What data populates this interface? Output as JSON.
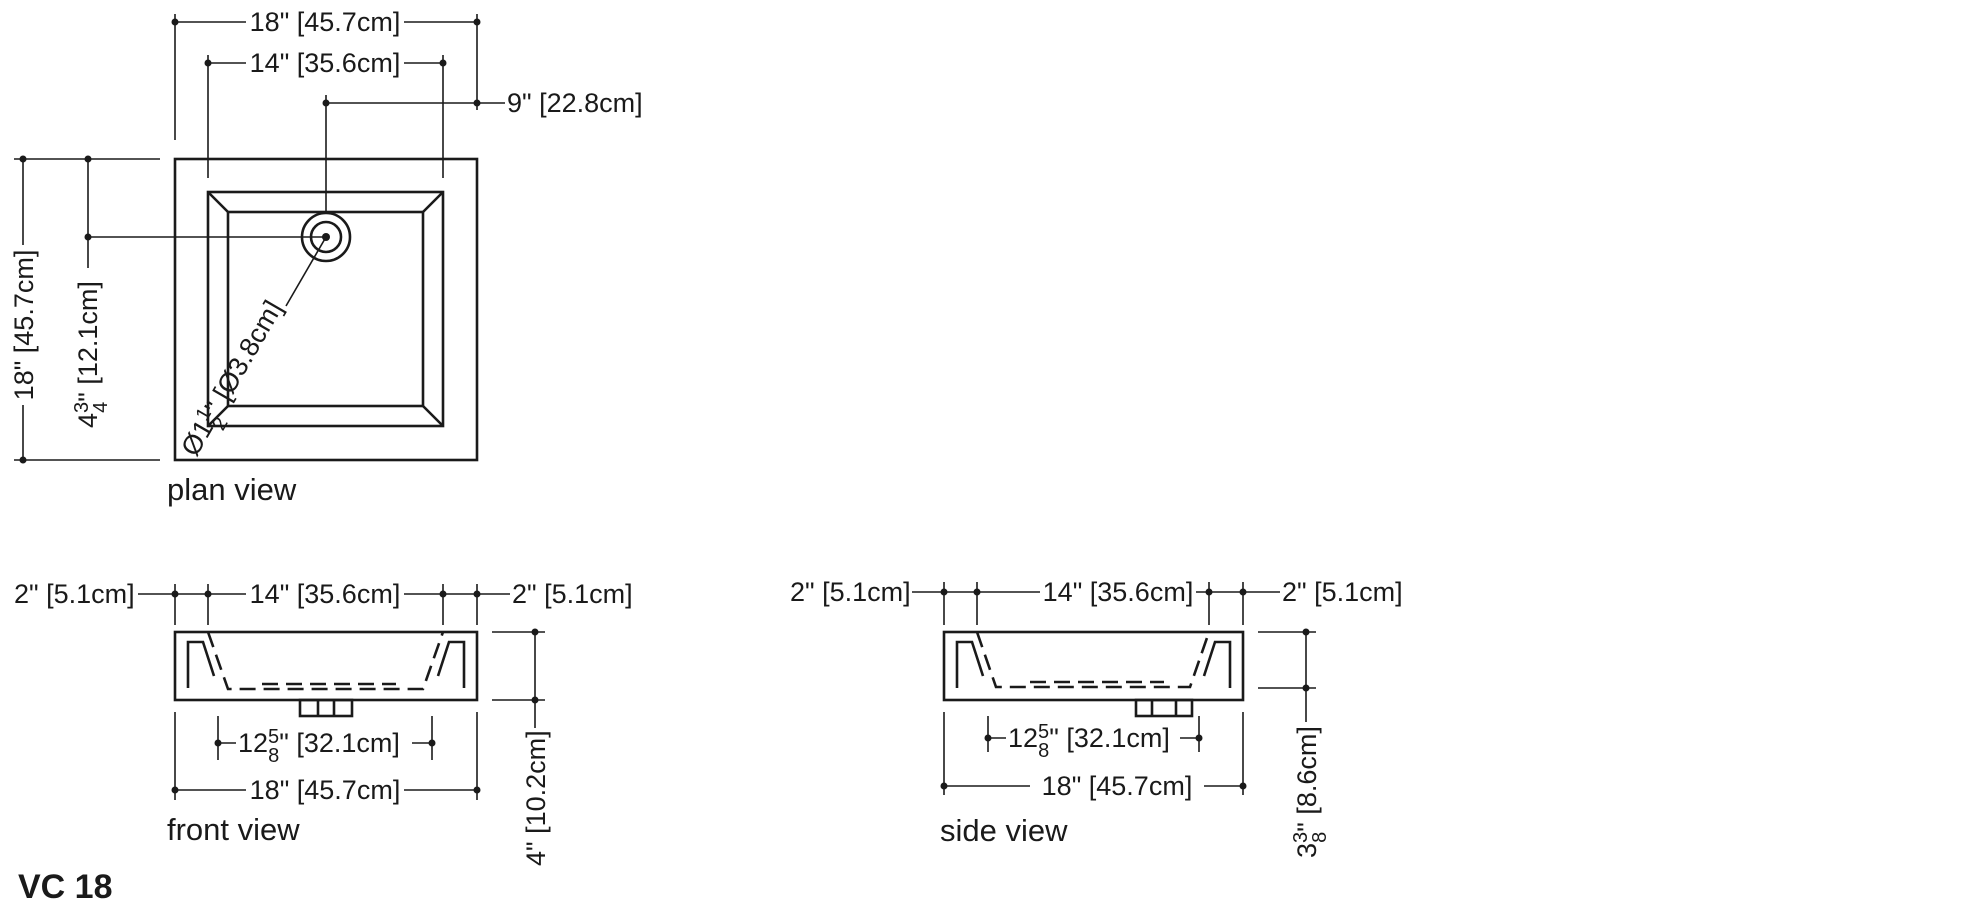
{
  "model": "VC 18",
  "plan_view": {
    "label": "plan view",
    "overall_width": "18\" [45.7cm]",
    "inner_width": "14\" [35.6cm]",
    "drain_offset": "9\" [22.8cm]",
    "overall_depth": "18\" [45.7cm]",
    "drain_depth_whole": "4",
    "drain_depth_num": "3",
    "drain_depth_den": "4",
    "drain_depth_rest": "\" [12.1cm]",
    "drain_dia_pre": "Ø1",
    "drain_dia_num": "1",
    "drain_dia_den": "2",
    "drain_dia_rest": "\" [Ø3.8cm]"
  },
  "front_view": {
    "label": "front view",
    "left_rim": "2\" [5.1cm]",
    "inner_width": "14\" [35.6cm]",
    "right_rim": "2\" [5.1cm]",
    "bottom_whole": "12",
    "bottom_num": "5",
    "bottom_den": "8",
    "bottom_rest": "\" [32.1cm]",
    "overall_width": "18\" [45.7cm]",
    "height": "4\" [10.2cm]"
  },
  "side_view": {
    "label": "side view",
    "left_rim": "2\" [5.1cm]",
    "inner_width": "14\" [35.6cm]",
    "right_rim": "2\" [5.1cm]",
    "bottom_whole": "12",
    "bottom_num": "5",
    "bottom_den": "8",
    "bottom_rest": "\" [32.1cm]",
    "overall_width": "18\" [45.7cm]",
    "height_whole": "3",
    "height_num": "3",
    "height_den": "8",
    "height_rest": "\" [8.6cm]"
  }
}
